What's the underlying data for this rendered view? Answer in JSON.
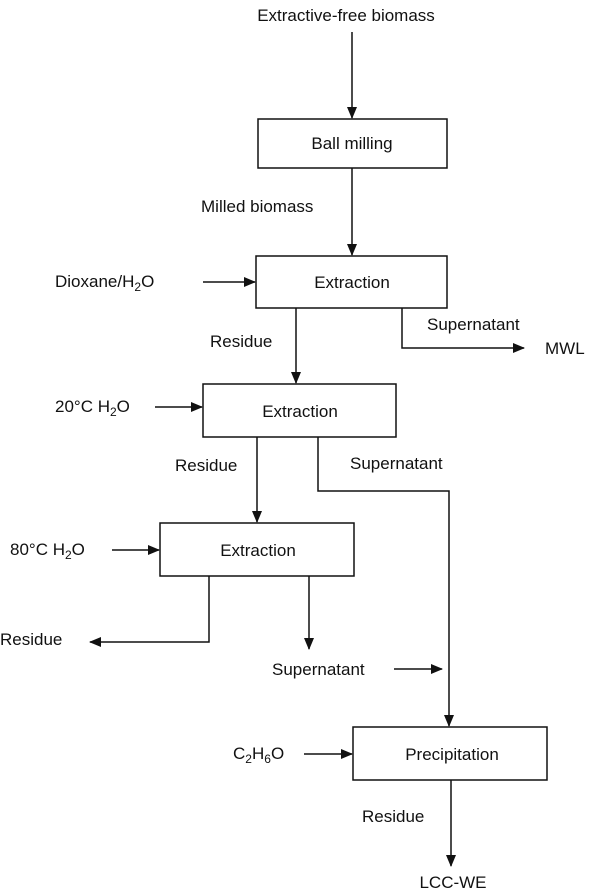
{
  "colors": {
    "stroke": "#111111",
    "background": "#ffffff"
  },
  "inputs": {
    "start": "Extractive-free biomass",
    "dioxane": "Dioxane/H",
    "water20": "20°C H",
    "water80": "80°C H",
    "ethanol_c": "C",
    "ethanol_h": "H",
    "ethanol_o": "O"
  },
  "subscripts": {
    "two": "2",
    "six": "6"
  },
  "oxygen": "O",
  "boxes": {
    "ball_milling": "Ball milling",
    "extraction_1": "Extraction",
    "extraction_2": "Extraction",
    "extraction_3": "Extraction",
    "precipitation": "Precipitation"
  },
  "labels": {
    "milled_biomass": "Milled biomass",
    "residue_1": "Residue",
    "supernatant_1": "Supernatant",
    "residue_2": "Residue",
    "supernatant_2": "Supernatant",
    "residue_3": "Residue",
    "supernatant_3": "Supernatant",
    "residue_4": "Residue"
  },
  "outputs": {
    "mwl": "MWL",
    "lcc_we": "LCC-WE"
  }
}
